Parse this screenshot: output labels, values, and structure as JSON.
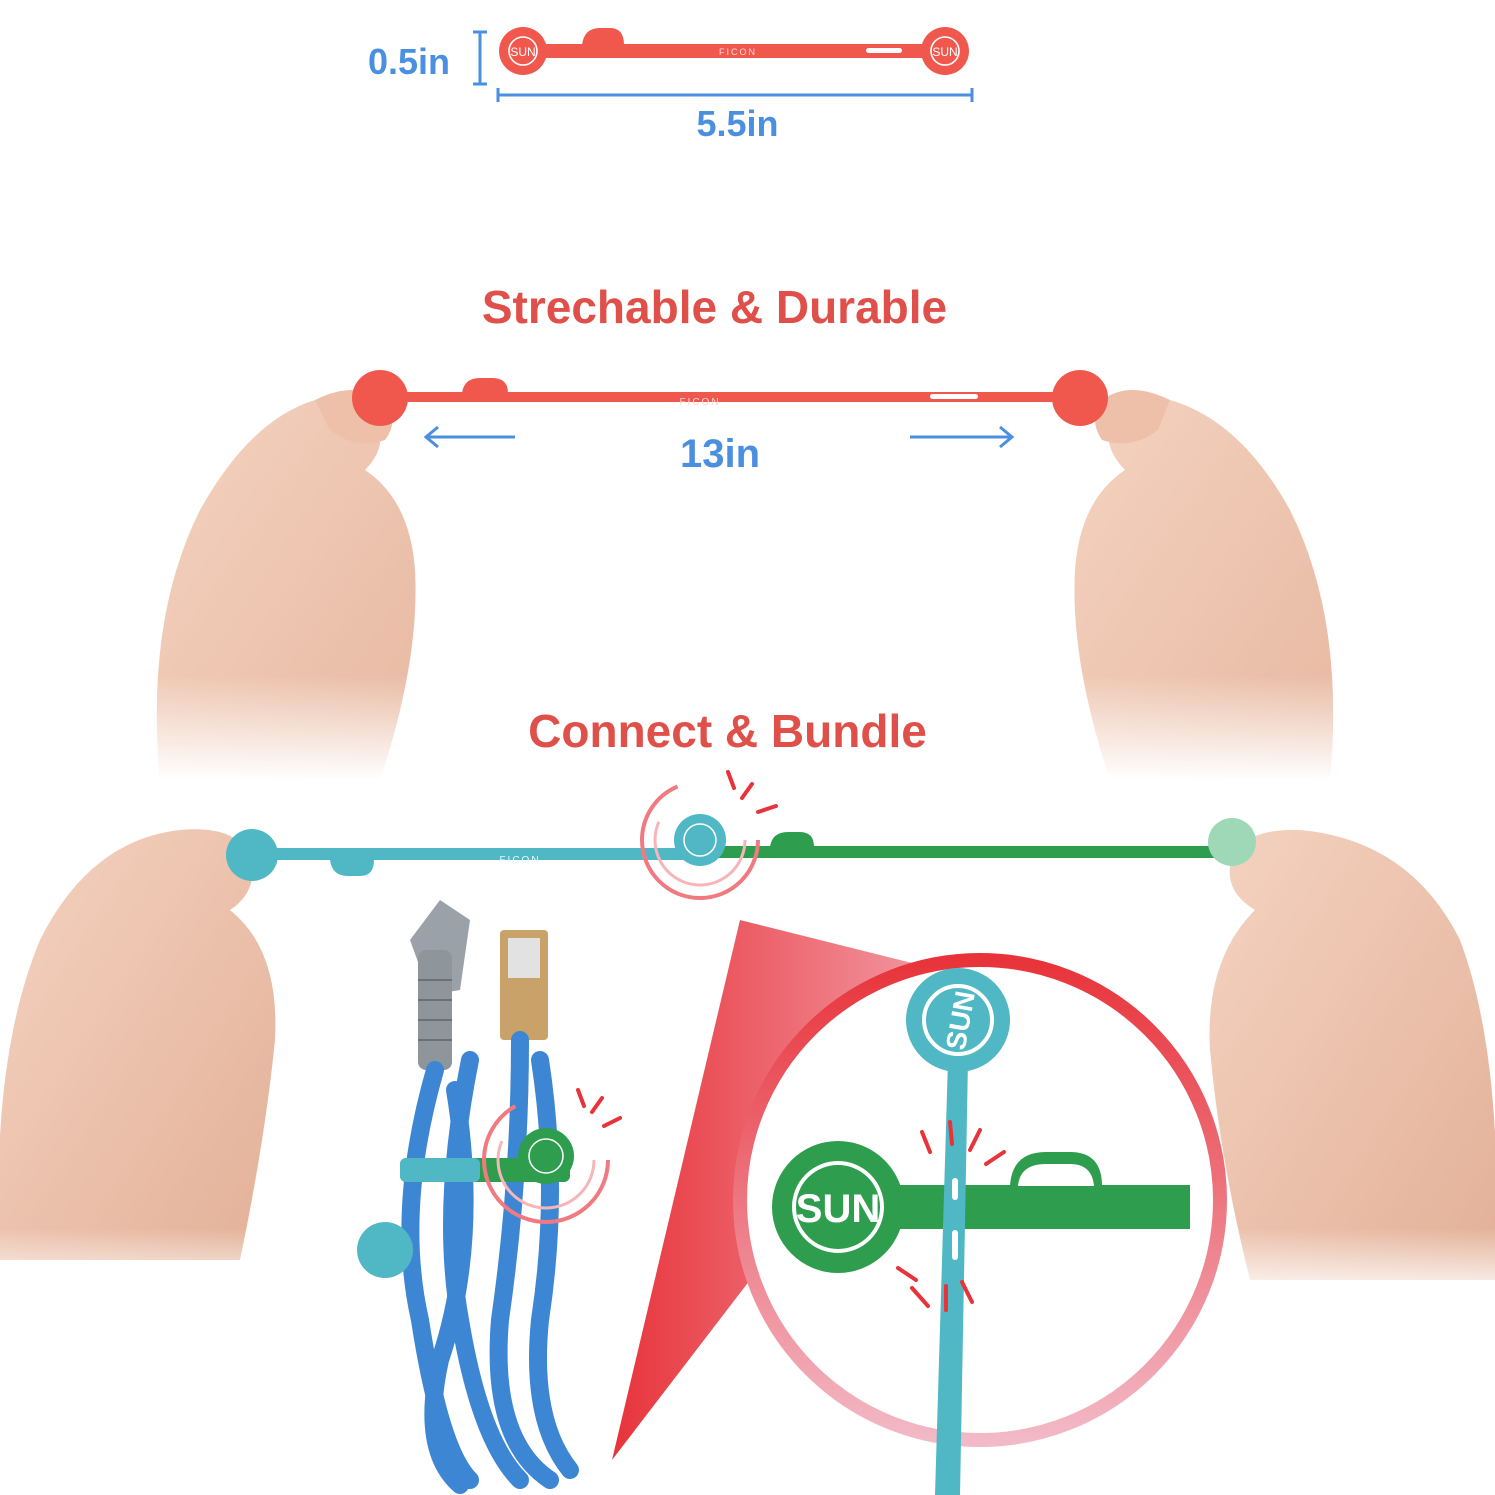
{
  "dimensions": {
    "height_label": "0.5in",
    "width_label": "5.5in",
    "stretch_label": "13in"
  },
  "headlines": {
    "stretch": "Strechable & Durable",
    "bundle": "Connect & Bundle"
  },
  "brand": {
    "logo_mark": "SUN",
    "logo_word": "FICON"
  },
  "colors": {
    "headline": "#e0504a",
    "dimension": "#4a8fe0",
    "strap_red": "#f0584e",
    "strap_teal": "#4fb8c4",
    "strap_green": "#2e9e4e",
    "cable_blue": "#3d86d4"
  }
}
